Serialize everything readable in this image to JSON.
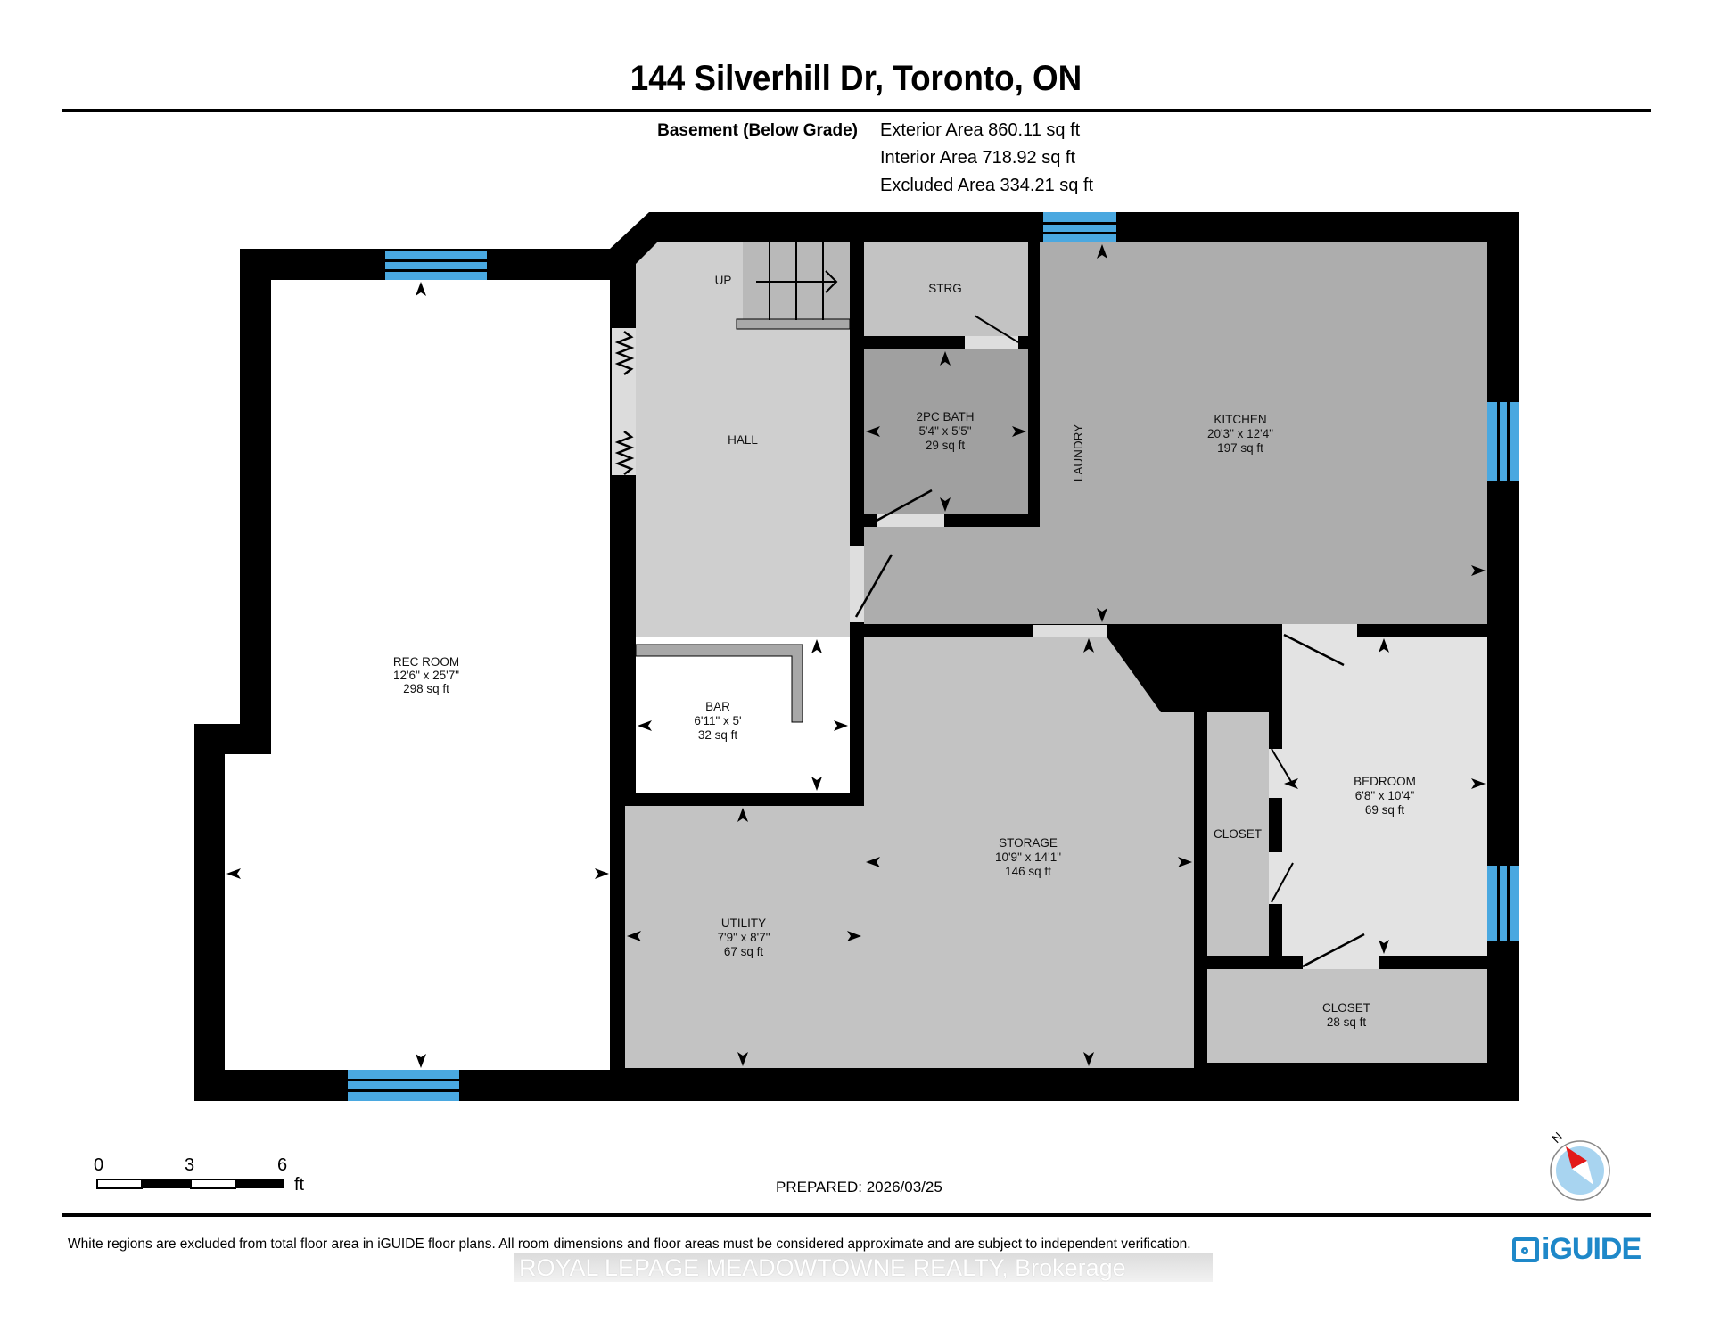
{
  "header": {
    "title": "144 Silverhill Dr, Toronto, ON",
    "floor_label": "Basement (Below Grade)",
    "exterior_area": "Exterior Area 860.11 sq ft",
    "interior_area": "Interior Area 718.92 sq ft",
    "excluded_area": "Excluded Area 334.21 sq ft"
  },
  "rooms": {
    "rec_room": {
      "name": "REC ROOM",
      "dims": "12'6\" x 25'7\"",
      "area": "298 sq ft"
    },
    "hall": {
      "name": "HALL"
    },
    "stairs": {
      "label": "UP"
    },
    "strg": {
      "name": "STRG"
    },
    "bath": {
      "name": "2PC BATH",
      "dims": "5'4\" x 5'5\"",
      "area": "29 sq ft"
    },
    "laundry": {
      "name": "LAUNDRY"
    },
    "kitchen": {
      "name": "KITCHEN",
      "dims": "20'3\" x 12'4\"",
      "area": "197 sq ft"
    },
    "bar": {
      "name": "BAR",
      "dims": "6'11\" x 5'",
      "area": "32 sq ft"
    },
    "storage": {
      "name": "STORAGE",
      "dims": "10'9\" x 14'1\"",
      "area": "146 sq ft"
    },
    "utility": {
      "name": "UTILITY",
      "dims": "7'9\" x 8'7\"",
      "area": "67 sq ft"
    },
    "closet_1": {
      "name": "CLOSET"
    },
    "bedroom": {
      "name": "BEDROOM",
      "dims": "6'8\" x 10'4\"",
      "area": "69 sq ft"
    },
    "closet_2": {
      "name": "CLOSET",
      "area": "28 sq ft"
    }
  },
  "colors": {
    "wall": "#000000",
    "window": "#4aa8e0",
    "floor_light": "#cfcfcf",
    "floor_mid": "#c3c3c3",
    "floor_dark": "#adadad",
    "bath": "#a0a0a0",
    "excluded": "#ffffff",
    "brand": "#1e88c9"
  },
  "scale_bar": {
    "tick_0": "0",
    "tick_3": "3",
    "tick_6": "6",
    "unit": "ft"
  },
  "compass": {
    "north_label": "N"
  },
  "footer": {
    "prepared": "PREPARED: 2026/03/25",
    "disclaimer": "White regions are excluded from total floor area in iGUIDE floor plans. All room dimensions and floor areas must be considered approximate and are subject to independent verification.",
    "watermark": "ROYAL LEPAGE MEADOWTOWNE REALTY, Brokerage",
    "logo": "iGUIDE"
  }
}
